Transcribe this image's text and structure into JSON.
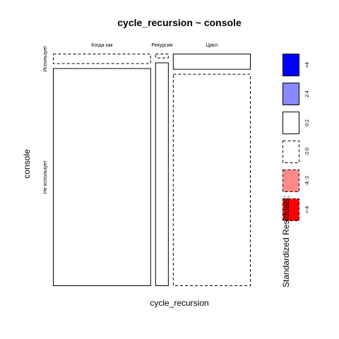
{
  "chart_data": {
    "type": "mosaic",
    "title": "cycle_recursion ~ console",
    "xlabel": "cycle_recursion",
    "ylabel": "console",
    "x_categories": [
      "Когда как",
      "Рекурсия",
      "Цикл"
    ],
    "y_categories": [
      "Использует",
      "Не использует"
    ],
    "x_proportions": [
      0.518,
      0.071,
      0.411
    ],
    "cells": [
      {
        "x": "Когда как",
        "y": "Использует",
        "share": 0.045,
        "residual_band": "-2:0"
      },
      {
        "x": "Когда как",
        "y": "Не использует",
        "share": 0.955,
        "residual_band": "0:2"
      },
      {
        "x": "Рекурсия",
        "y": "Использует",
        "share": 0.02,
        "residual_band": "-2:0"
      },
      {
        "x": "Рекурсия",
        "y": "Не использует",
        "share": 0.98,
        "residual_band": "0:2"
      },
      {
        "x": "Цикл",
        "y": "Использует",
        "share": 0.07,
        "residual_band": "0:2"
      },
      {
        "x": "Цикл",
        "y": "Не использует",
        "share": 0.93,
        "residual_band": "-2:0"
      }
    ],
    "legend": {
      "title": "Standardized Residuals:",
      "position": "right",
      "bands": [
        {
          "label": ">4",
          "color": "#0000ff",
          "dashed": false
        },
        {
          "label": "2:4",
          "color": "#8888ff",
          "dashed": false
        },
        {
          "label": "0:2",
          "color": "#ffffff",
          "dashed": false
        },
        {
          "label": "-2:0",
          "color": "#ffffff",
          "dashed": true
        },
        {
          "label": "-4:-2",
          "color": "#ff8888",
          "dashed": true
        },
        {
          "label": "<-4",
          "color": "#ff0000",
          "dashed": true
        }
      ]
    }
  }
}
